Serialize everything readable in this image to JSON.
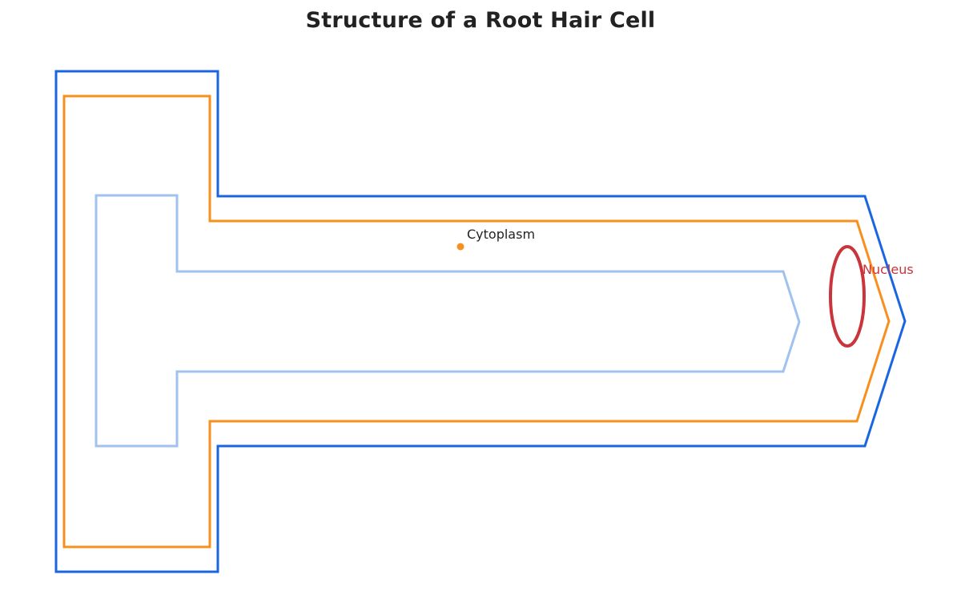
{
  "title": "Structure of a Root Hair Cell",
  "labels": {
    "cytoplasm": "Cytoplasm",
    "nucleus": "Nucleus"
  },
  "colors": {
    "cell_wall": "#1a66e0",
    "cell_membrane": "#f7901e",
    "vacuole": "#9fc2ef",
    "nucleus": "#c9353a",
    "cytoplasm_marker": "#f7901e",
    "cytoplasm_label": "#222222",
    "title": "#222222"
  }
}
